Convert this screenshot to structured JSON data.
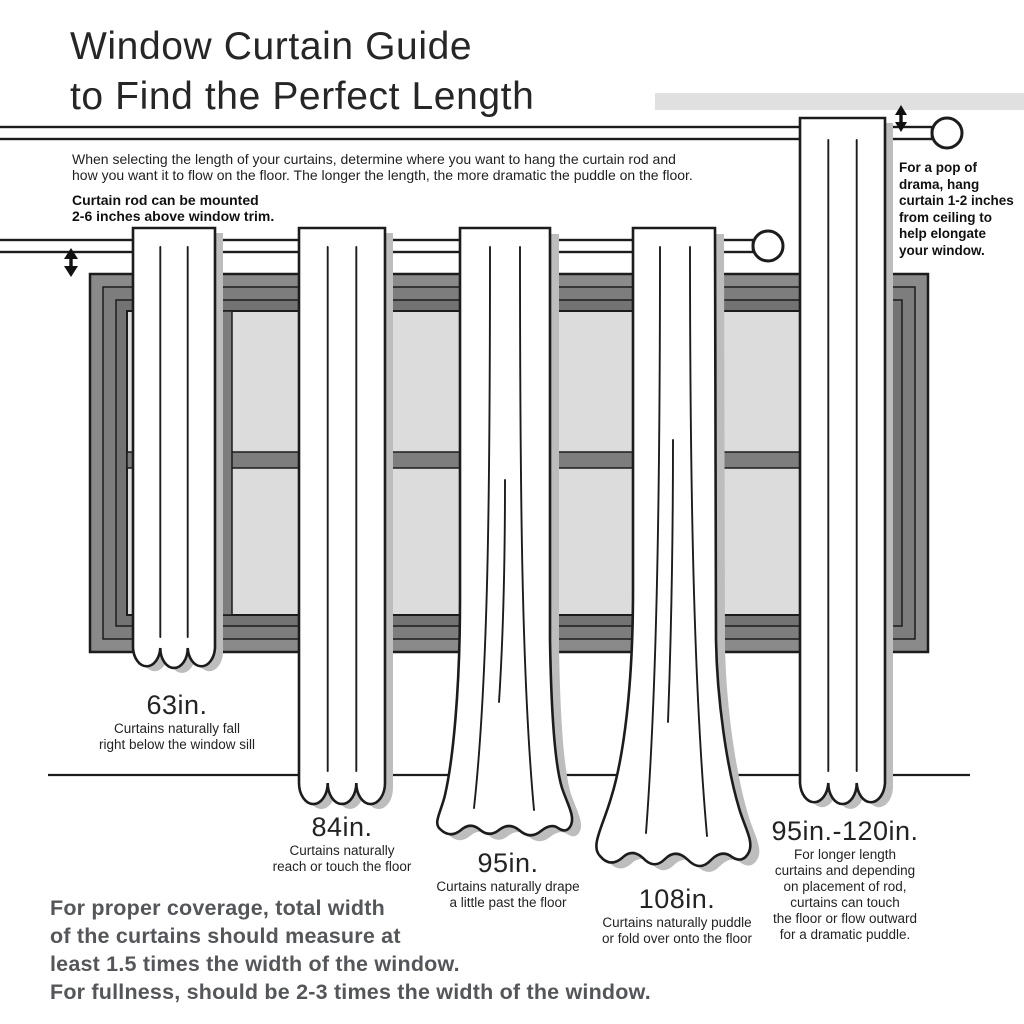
{
  "title": "Window Curtain Guide\nto Find the Perfect Length",
  "intro": "When selecting the length of your curtains, determine where you want to hang the curtain rod and\nhow you want it to flow on the floor. The longer the length, the more dramatic the puddle on the floor.",
  "rod_note": "Curtain rod can be mounted\n2-6 inches above window trim.",
  "ceiling_note": "For a pop of\ndrama, hang\ncurtain 1-2 inches\nfrom ceiling to\nhelp elongate\nyour window.",
  "curtain_labels": [
    {
      "size": "63in.",
      "desc": "Curtains naturally fall\nright below the window sill"
    },
    {
      "size": "84in.",
      "desc": "Curtains naturally\nreach or touch the floor"
    },
    {
      "size": "95in.",
      "desc": "Curtains naturally drape\na little past the floor"
    },
    {
      "size": "108in.",
      "desc": "Curtains naturally puddle\nor fold over onto the floor"
    },
    {
      "size": "95in.-120in.",
      "desc": "For longer length\ncurtains and depending\non placement of rod,\ncurtains can touch\nthe floor or flow outward\nfor a dramatic puddle."
    }
  ],
  "footer": "For proper coverage, total width\nof the curtains should measure at\nleast 1.5 times the width of the window.\nFor fullness, should be 2-3 times the width of the window.",
  "colors": {
    "frame_outer": "#8a8a8a",
    "frame_mid": "#7d7d7d",
    "frame_inner": "#737373",
    "glass": "#dcdcdc",
    "shadow": "#bdbdbd",
    "ceiling_bar": "#e0e0e0"
  }
}
